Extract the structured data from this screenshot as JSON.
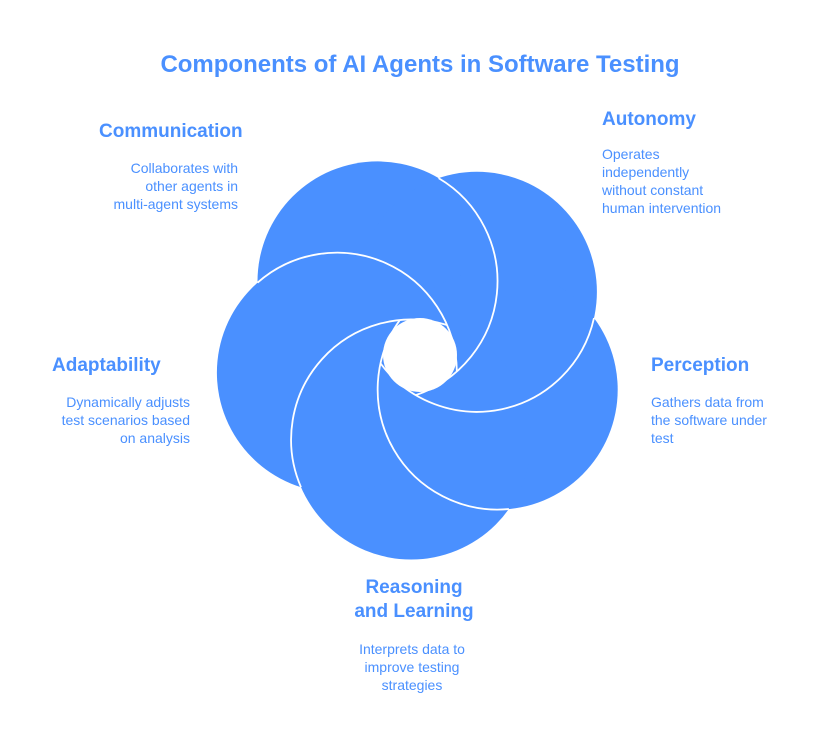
{
  "title": "Components of AI Agents in Software Testing",
  "colors": {
    "accent": "#4A90FF",
    "text": "#4A90FF",
    "circle_fill": "#4A90FF",
    "circle_stroke": "#ffffff",
    "background": "#ffffff"
  },
  "components": {
    "communication": {
      "heading": "Communication",
      "description_lines": [
        "Collaborates with",
        "other agents in",
        "multi-agent systems"
      ]
    },
    "autonomy": {
      "heading": "Autonomy",
      "description_lines": [
        "Operates",
        "independently",
        "without constant",
        "human intervention"
      ]
    },
    "perception": {
      "heading": "Perception",
      "description_lines": [
        "Gathers data from",
        "the software under",
        "test"
      ]
    },
    "reasoning": {
      "heading_lines": [
        "Reasoning",
        "and Learning"
      ],
      "description_lines": [
        "Interprets data to",
        "improve testing",
        "strategies"
      ]
    },
    "adaptability": {
      "heading": "Adaptability",
      "description_lines": [
        "Dynamically adjusts",
        "test scenarios based",
        "on analysis"
      ]
    }
  }
}
